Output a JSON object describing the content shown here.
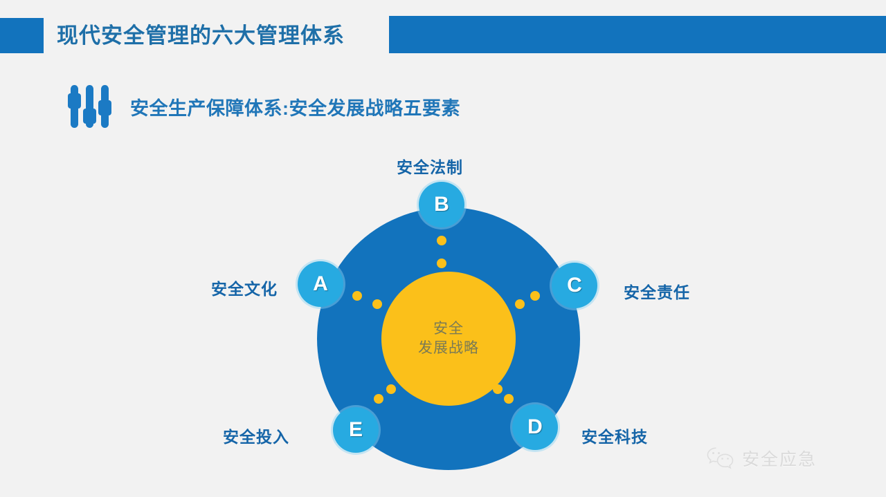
{
  "header": {
    "title": "现代安全管理的六大管理体系",
    "left_block_color": "#1273BD",
    "right_bar_color": "#1273BD",
    "title_color": "#1E6FA8"
  },
  "subtitle": {
    "icon": "sliders-icon",
    "text": "安全生产保障体系:安全发展战略五要素",
    "color": "#2076B8"
  },
  "diagram": {
    "center": {
      "line1": "安全",
      "line2": "发展战略",
      "fill_color": "#FBC01A",
      "text_color": "#7a7a55"
    },
    "ring_color": "#1273BD",
    "node_color": "#27AAE1",
    "dot_color": "#FBC01A",
    "nodes": [
      {
        "key": "A",
        "label": "安全文化"
      },
      {
        "key": "B",
        "label": "安全法制"
      },
      {
        "key": "C",
        "label": "安全责任"
      },
      {
        "key": "D",
        "label": "安全科技"
      },
      {
        "key": "E",
        "label": "安全投入"
      }
    ]
  },
  "watermark": {
    "icon": "wechat-icon",
    "text": "安全应急"
  }
}
